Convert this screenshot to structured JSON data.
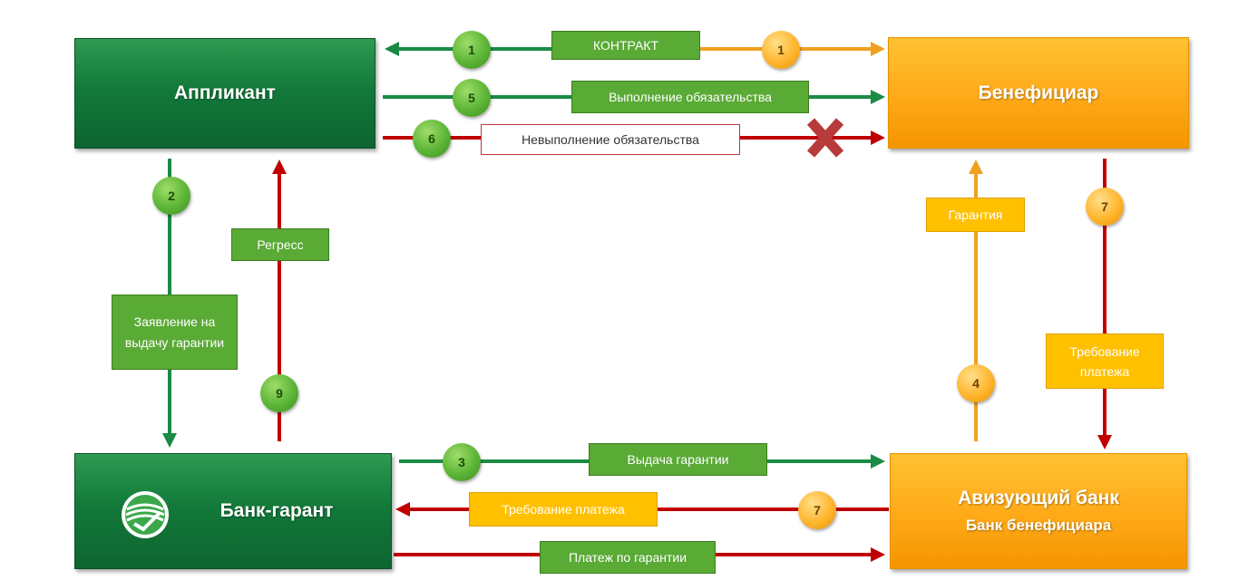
{
  "entities": {
    "applicant": "Аппликант",
    "beneficiary": "Бенефициар",
    "guarantor_bank": "Банк-гарант",
    "advising_bank": "Авизующий банк",
    "advising_bank_sub": "Банк бенефициара"
  },
  "flows": {
    "contract": "КОНТРАКТ",
    "performance": "Выполнение обязательства",
    "nonperformance": "Невыполнение обязательства",
    "application": "Заявление на выдачу гарантии",
    "recourse": "Регресс",
    "guarantee": "Гарантия",
    "payment_demand_right": "Требование платежа",
    "issue": "Выдача гарантии",
    "payment_demand_bottom": "Требование платежа",
    "payment": "Платеж по гарантии"
  },
  "steps": {
    "contract_left": "1",
    "contract_right": "1",
    "performance": "5",
    "nonperformance": "6",
    "application": "2",
    "recourse": "9",
    "guarantee": "4",
    "payment_demand_right": "7",
    "issue": "3",
    "payment_demand_bottom": "7"
  },
  "colors": {
    "green": "#1a8a45",
    "orange": "#f0a020",
    "red": "#c00000"
  }
}
